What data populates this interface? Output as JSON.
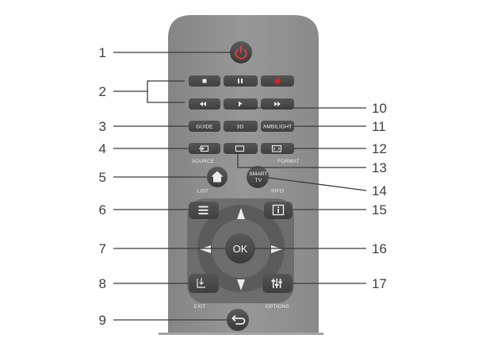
{
  "remote": {
    "colors": {
      "body": "#8f8f8f",
      "button": "#4a4a4a",
      "power": "#e23a3a",
      "record": "#e02020",
      "callout_line": "#3a3a3a",
      "callout_number": "#3d3d3d"
    },
    "button_labels": {
      "guide": "GUIDE",
      "three_d": "3D",
      "ambilight": "AMBILIGHT",
      "ok": "OK",
      "smart_tv_line1": "SMART",
      "smart_tv_line2": "TV"
    },
    "sub_labels": {
      "source": "SOURCE",
      "format": "FORMAT",
      "list": "LIST",
      "info": "INFO",
      "exit": "EXIT",
      "options": "OPTIONS"
    },
    "icons": {
      "power": "power-icon",
      "stop": "stop-icon",
      "pause": "pause-icon",
      "record": "record-icon",
      "rewind": "rewind-icon",
      "play": "play-icon",
      "fast_forward": "fast-forward-icon",
      "source": "source-input-icon",
      "tv": "tv-screen-icon",
      "format": "format-icon",
      "home": "home-icon",
      "menu": "menu-list-icon",
      "info": "info-icon",
      "exit": "exit-icon",
      "options": "options-sliders-icon",
      "back": "back-icon"
    }
  },
  "callouts": {
    "left": [
      "1",
      "2",
      "3",
      "4",
      "5",
      "6",
      "7",
      "8",
      "9"
    ],
    "right": [
      "10",
      "11",
      "12",
      "13",
      "14",
      "15",
      "16",
      "17"
    ]
  }
}
